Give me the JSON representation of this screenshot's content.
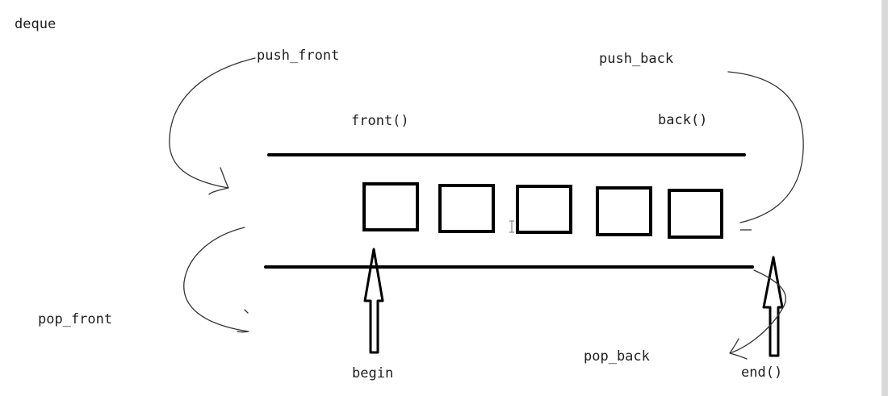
{
  "title": "deque",
  "labels": {
    "push_front": "push_front",
    "push_back": "push_back",
    "front": "front()",
    "back": "back()",
    "pop_front": "pop_front",
    "pop_back": "pop_back",
    "begin": "begin",
    "end": "end()"
  },
  "element_count": 5
}
